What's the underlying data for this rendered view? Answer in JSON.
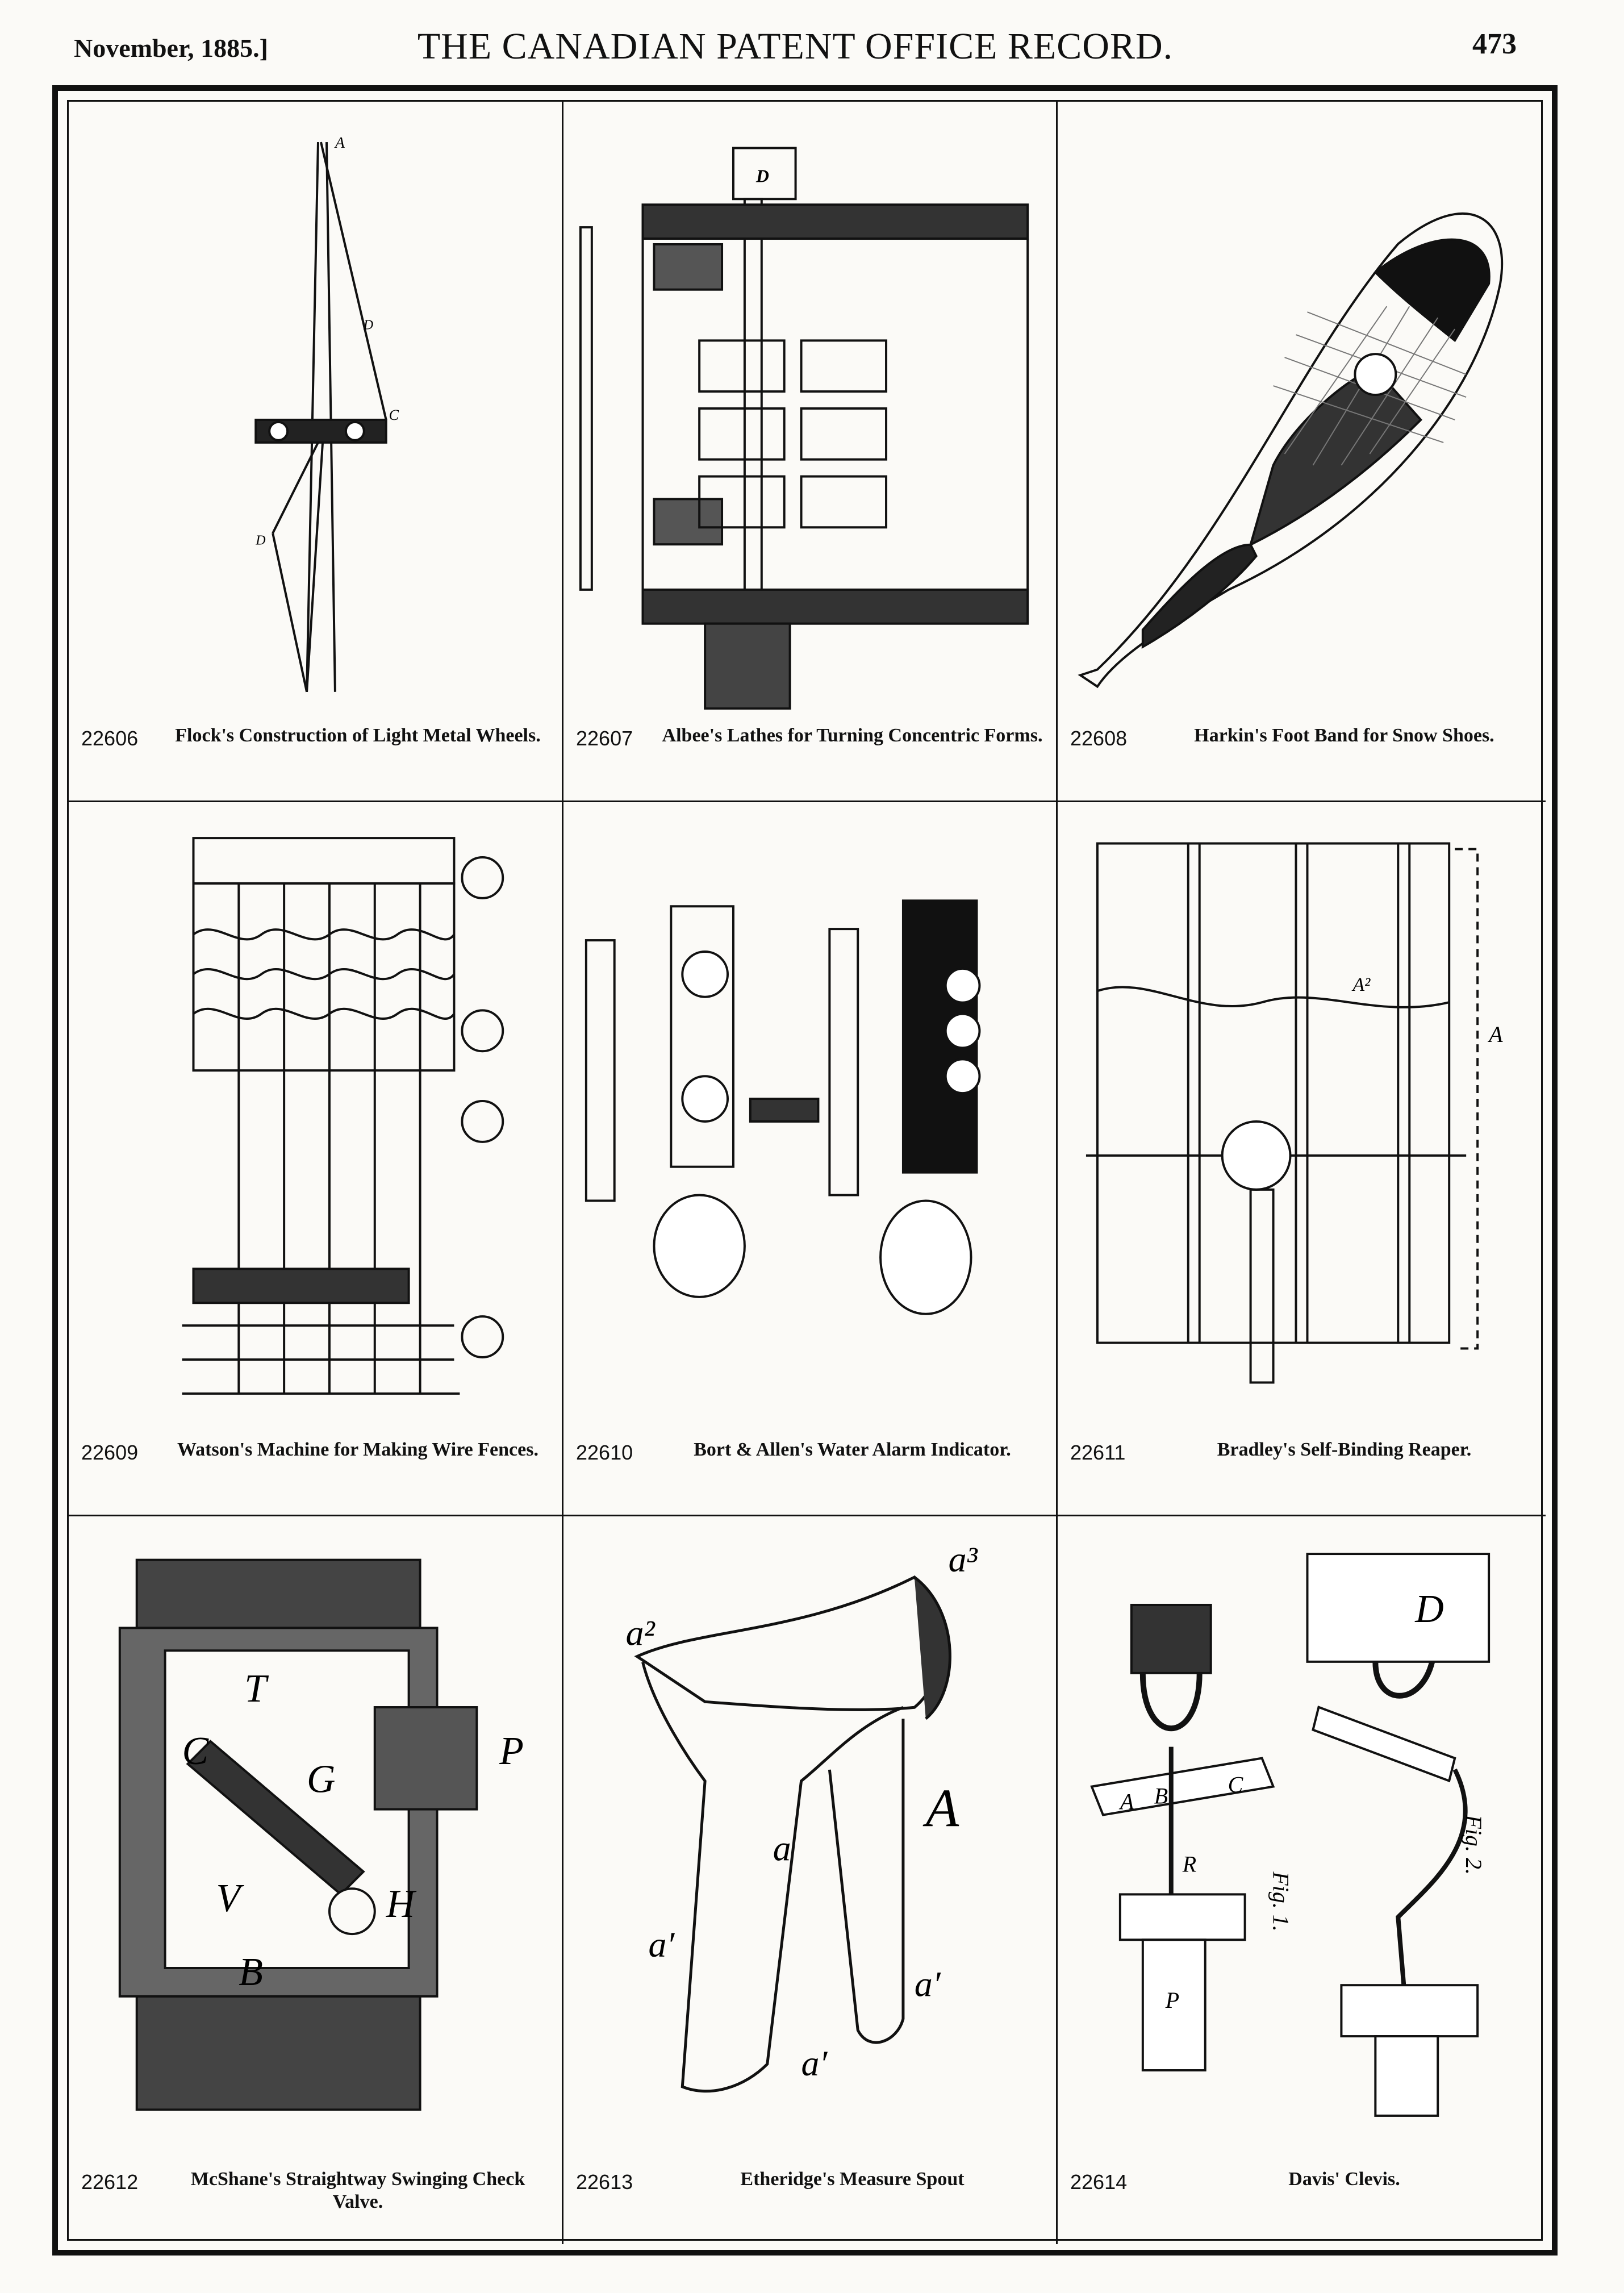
{
  "header": {
    "date": "November, 1885.]",
    "title": "THE CANADIAN PATENT OFFICE RECORD.",
    "page_number": "473"
  },
  "patents": [
    {
      "number": "22606",
      "title": "Flock's Construction of Light Metal Wheels.",
      "icon": "wheel-drawing"
    },
    {
      "number": "22607",
      "title": "Albee's Lathes for Turning Concentric Forms.",
      "icon": "lathe-drawing"
    },
    {
      "number": "22608",
      "title": "Harkin's Foot Band for Snow Shoes.",
      "icon": "snowshoe-drawing"
    },
    {
      "number": "22609",
      "title": "Watson's Machine for Making Wire Fences.",
      "icon": "wire-fence-machine-drawing"
    },
    {
      "number": "22610",
      "title": "Bort & Allen's Water Alarm Indicator.",
      "icon": "water-alarm-drawing"
    },
    {
      "number": "22611",
      "title": "Bradley's Self-Binding Reaper.",
      "icon": "reaper-drawing"
    },
    {
      "number": "22612",
      "title": "McShane's Straightway Swinging Check Valve.",
      "icon": "check-valve-drawing"
    },
    {
      "number": "22613",
      "title": "Etheridge's Measure Spout",
      "icon": "measure-spout-drawing"
    },
    {
      "number": "22614",
      "title": "Davis' Clevis.",
      "icon": "clevis-drawing"
    }
  ],
  "figure_labels": {
    "lathe_d": "D",
    "valve": [
      "T",
      "P",
      "C",
      "G",
      "V",
      "H",
      "B"
    ],
    "spout": [
      "a²",
      "a³",
      "A",
      "a",
      "a′",
      "a′",
      "a′"
    ],
    "clevis": [
      "D",
      "B",
      "A",
      "C",
      "R",
      "P",
      "Fig. 1.",
      "Fig. 2."
    ]
  }
}
